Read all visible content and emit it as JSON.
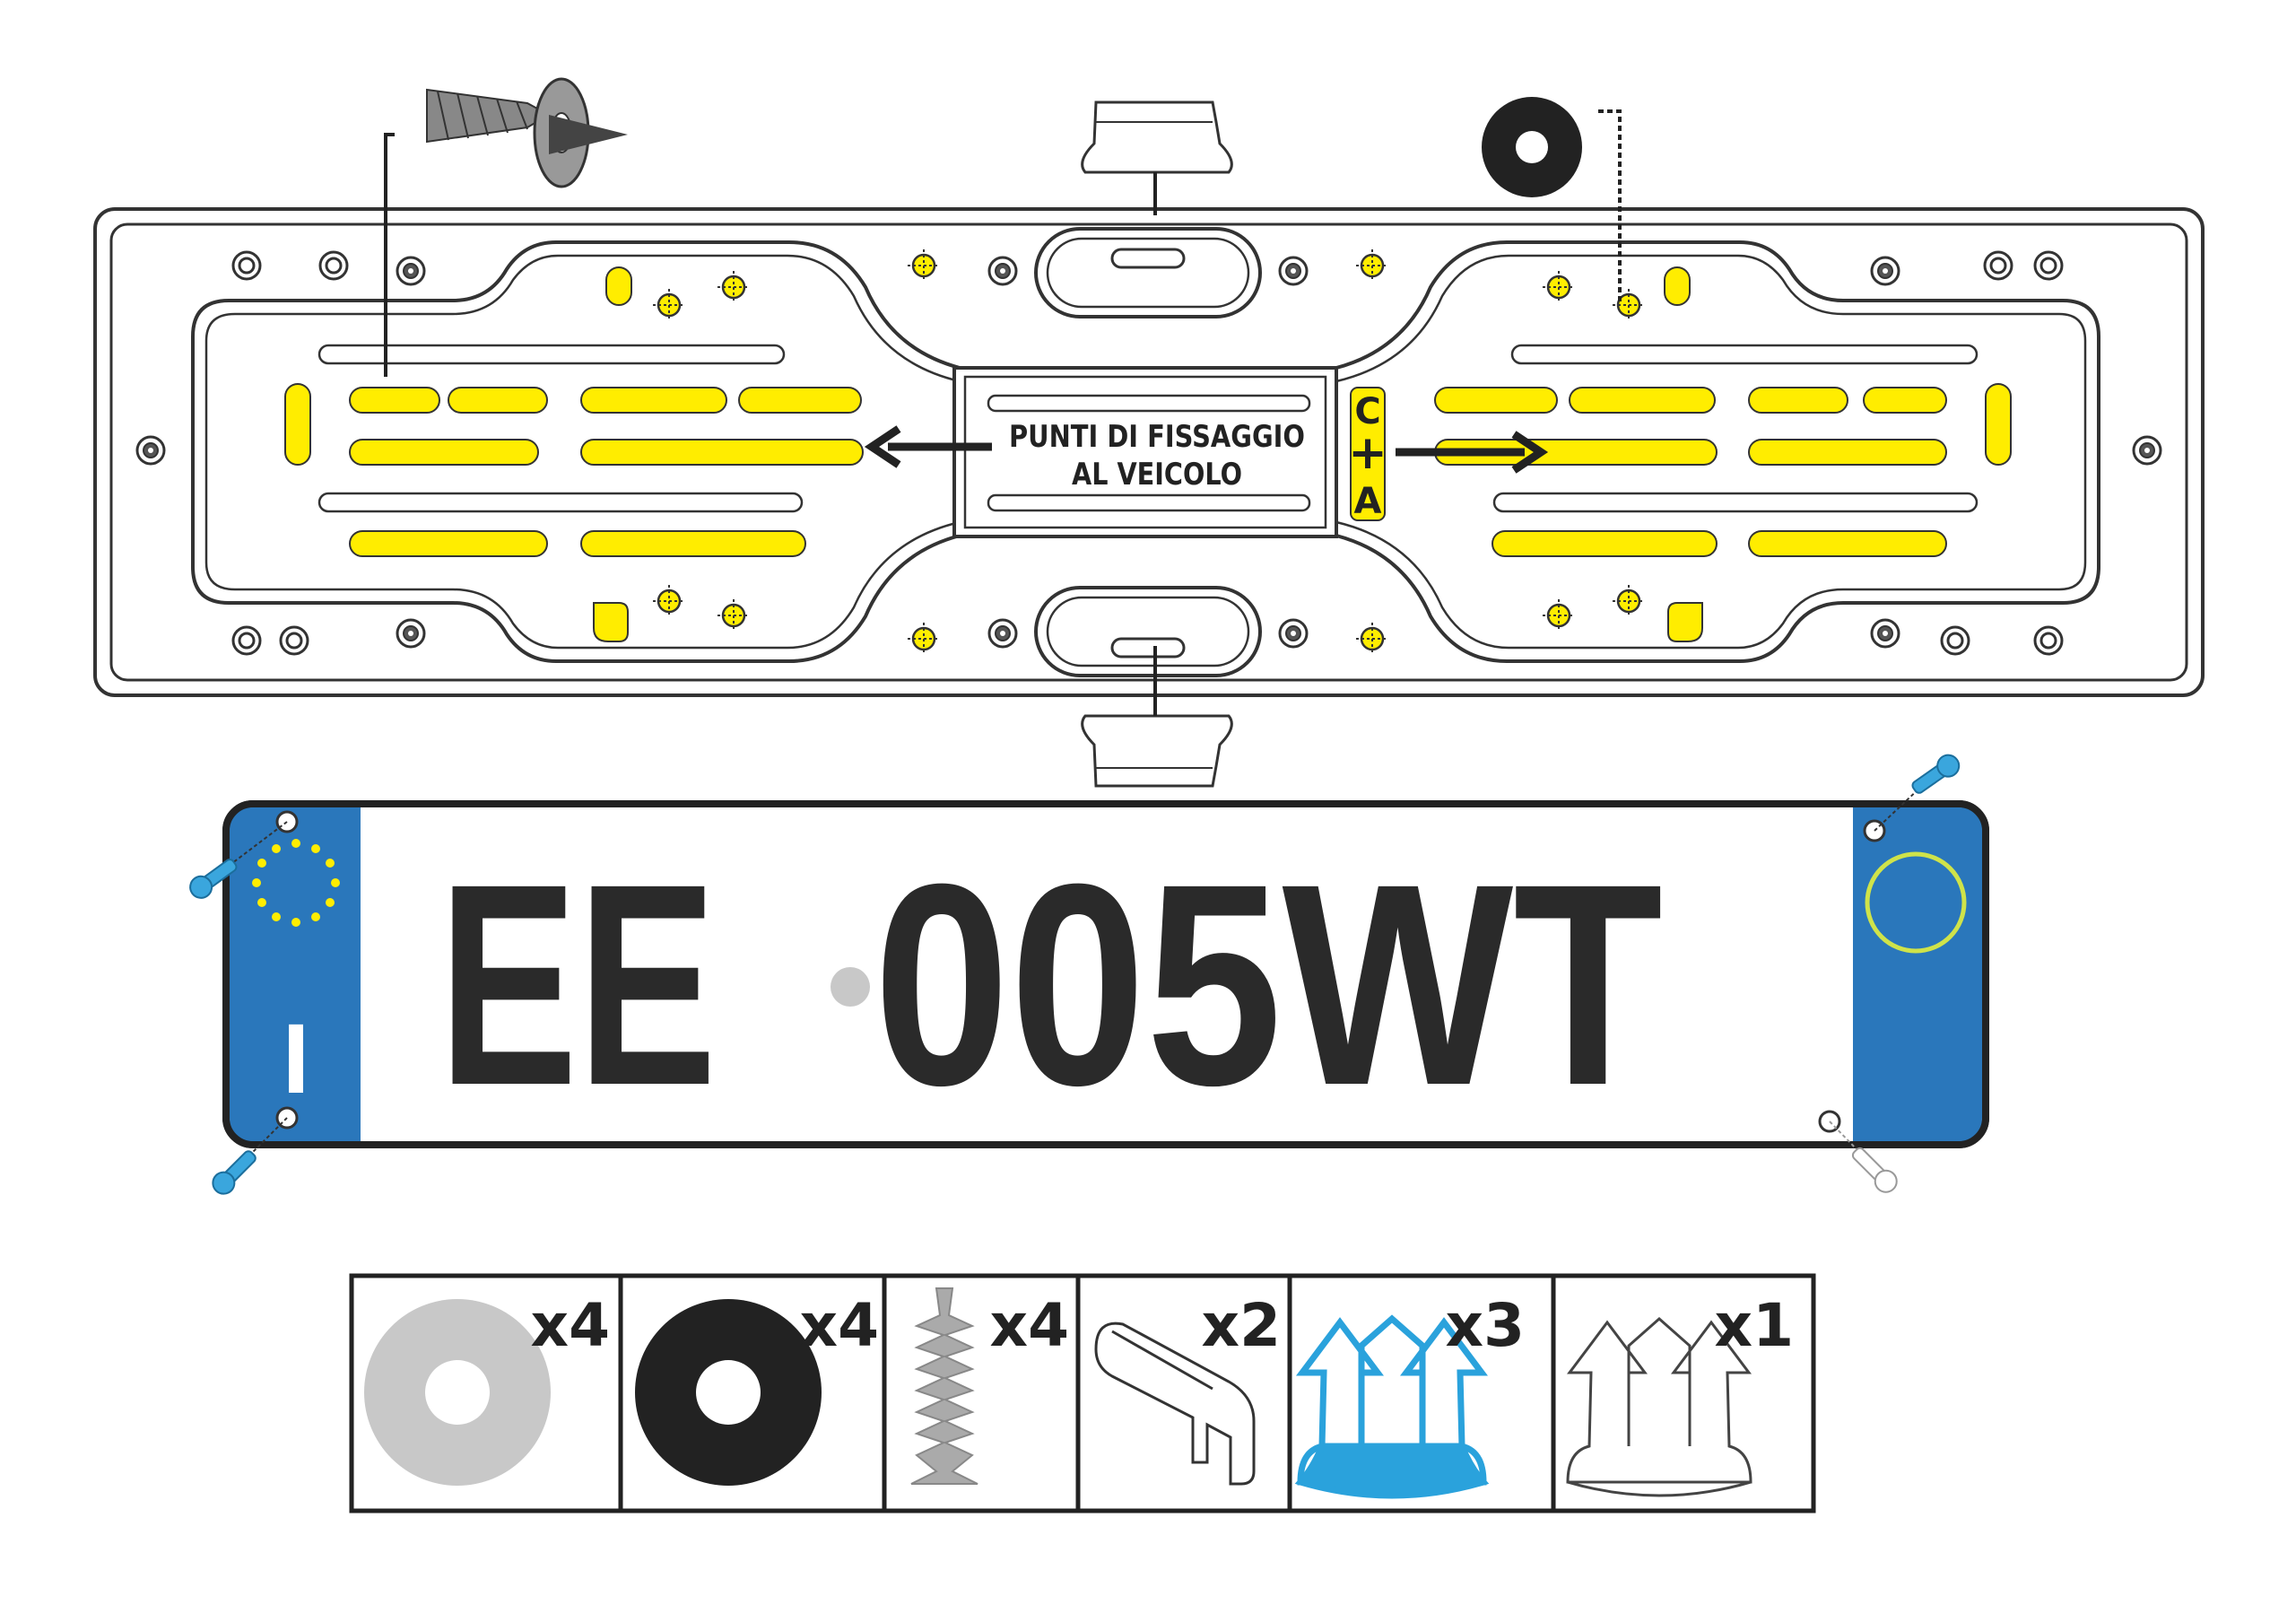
{
  "diagram": {
    "center_label": {
      "line1": "PUNTI DI FISSAGGIO",
      "line2": "AL VEICOLO"
    },
    "side_tag": {
      "top": "C",
      "bottom": "A"
    },
    "plate": {
      "left": "EE",
      "right": "005WT",
      "country_code": "I",
      "band_color": "#2a77bb",
      "ring_color": "#cfe34a"
    },
    "parts": [
      {
        "icon": "grey-washer-icon",
        "qty": "x4"
      },
      {
        "icon": "black-washer-icon",
        "qty": "x4"
      },
      {
        "icon": "screw-icon",
        "qty": "x4"
      },
      {
        "icon": "clip-icon",
        "qty": "x2"
      },
      {
        "icon": "blue-rivet-icon",
        "qty": "x3"
      },
      {
        "icon": "white-rivet-icon",
        "qty": "x1"
      }
    ],
    "colors": {
      "yellow": "#ffed00",
      "blue_pin": "#3aa6dd",
      "outline": "#333333"
    }
  }
}
